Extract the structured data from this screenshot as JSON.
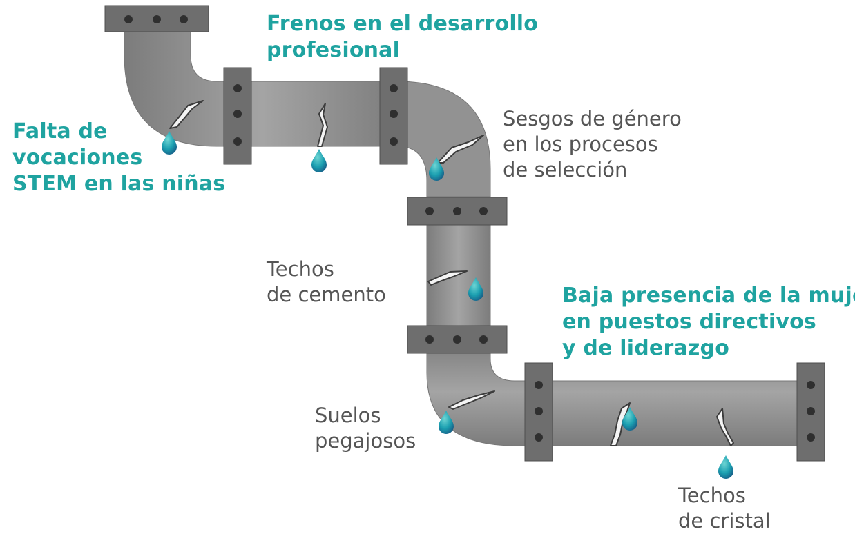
{
  "labels": {
    "falta": [
      "Falta de",
      "vocaciones",
      "STEM en las niñas"
    ],
    "frenos": [
      "Frenos en el desarrollo",
      "profesional"
    ],
    "sesgos": [
      "Sesgos de género",
      "en los procesos",
      "de selección"
    ],
    "cemento": [
      "Techos",
      "de cemento"
    ],
    "baja": [
      "Baja presencia de la mujer",
      "en puestos directivos",
      "y de liderazgo"
    ],
    "suelos": [
      "Suelos",
      "pegajosos"
    ],
    "cristal": [
      "Techos",
      "de cristal"
    ]
  },
  "colors": {
    "teal": "#1fa3a0",
    "gray_text": "#555555",
    "pipe": "#8e8e8e",
    "pipe_dark": "#5f5f5f",
    "drop": "#1ba2b8"
  }
}
